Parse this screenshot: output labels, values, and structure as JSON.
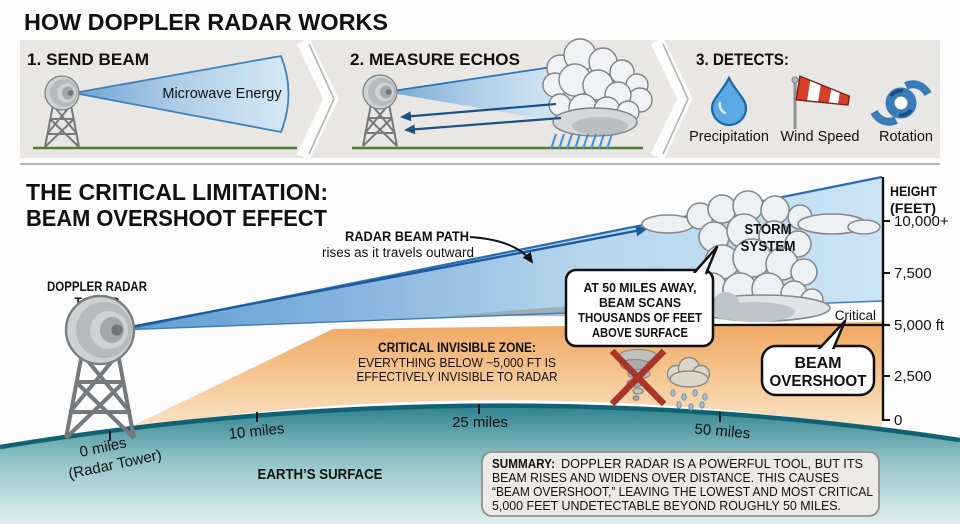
{
  "colors": {
    "beam_blue": "#5f9cd1",
    "beam_light": "#cbe4f5",
    "beam_edge": "#2d73b5",
    "invisible_zone_orange": "#efa661",
    "earth_teal": "#2f828e",
    "earth_edge": "#0f6273",
    "panel_gray": "#e8e7e4",
    "alert_red": "#a93529",
    "ground_green": "#4c7f33"
  },
  "header": {
    "title": "HOW DOPPLER RADAR WORKS"
  },
  "steps": [
    {
      "label": "1. SEND BEAM",
      "beam_label": "Microwave Energy"
    },
    {
      "label": "2. MEASURE ECHOS"
    },
    {
      "label": "3. DETECTS:",
      "items": [
        {
          "icon": "droplet-icon",
          "label": "Precipitation"
        },
        {
          "icon": "windsock-icon",
          "label": "Wind Speed"
        },
        {
          "icon": "hurricane-icon",
          "label": "Rotation"
        }
      ]
    }
  ],
  "limitation": {
    "title1": "THE CRITICAL LIMITATION:",
    "title2": "BEAM OVERSHOOT EFFECT"
  },
  "diagram": {
    "beam_path_label": "RADAR BEAM PATH",
    "beam_path_sub": "rises as it travels outward",
    "tower_label1": "DOPPLER RADAR",
    "tower_label2": "TOWER",
    "storm_label1": "STORM",
    "storm_label2": "SYSTEM",
    "critical_label": "Critical",
    "axis": {
      "title1": "HEIGHT",
      "title2": "(FEET)",
      "ticks": [
        "10,000+",
        "7,500",
        "5,000 ft",
        "2,500",
        "0"
      ]
    },
    "scan_bubble": [
      "AT 50 MILES AWAY,",
      "BEAM SCANS",
      "THOUSANDS OF FEET",
      "ABOVE SURFACE"
    ],
    "overshoot_bubble": [
      "BEAM",
      "OVERSHOOT"
    ],
    "invisible_zone": [
      "CRITICAL INVISIBLE ZONE:",
      "EVERYTHING BELOW ~5,000 FT IS",
      "EFFECTIVELY INVISIBLE TO RADAR"
    ],
    "miles": {
      "m0a": "0 miles",
      "m0b": "(Radar Tower)",
      "m10": "10 miles",
      "m25": "25 miles",
      "m50": "50 miles"
    },
    "earth_label": "EARTH’S SURFACE"
  },
  "summary": {
    "label": "SUMMARY:",
    "line1": "DOPPLER RADAR IS A POWERFUL TOOL, BUT ITS",
    "line2": "BEAM RISES AND WIDENS OVER DISTANCE. THIS CAUSES",
    "line3": "“BEAM OVERSHOOT,” LEAVING THE LOWEST AND MOST CRITICAL",
    "line4": "5,000 FEET UNDETECTABLE BEYOND ROUGHLY 50 MILES."
  }
}
